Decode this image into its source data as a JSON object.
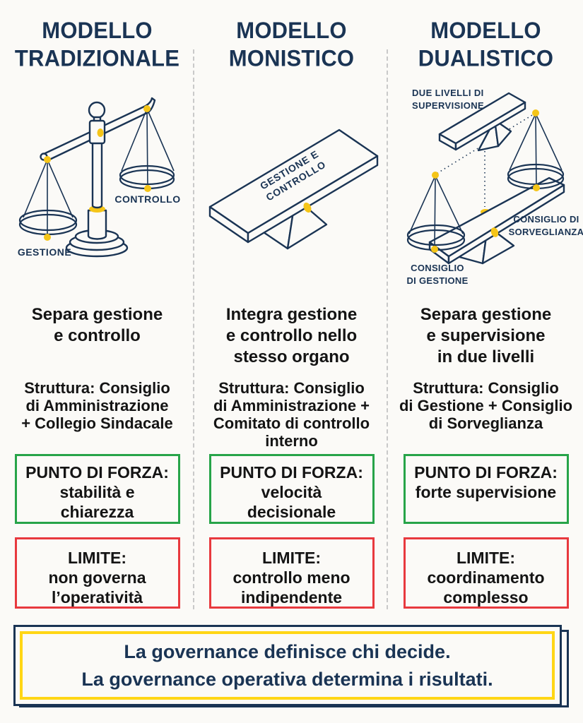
{
  "colors": {
    "navy": "#1A3454",
    "yellow_accent": "#F5C518",
    "banner_yellow": "#FFD615",
    "strength_green": "#27A449",
    "limit_red": "#E8393E",
    "body_text": "#141414",
    "divider_gray": "#C9C9C9",
    "background": "#FBFAF7"
  },
  "columns": [
    {
      "title": "MODELLO\nTRADIZIONALE",
      "illustration": {
        "icon": "tilted-balance-scale-icon",
        "label_left_pan": "GESTIONE",
        "label_right_pan": "CONTROLLO"
      },
      "summary": "Separa gestione\ne controllo",
      "structure": "Struttura: Consiglio\ndi Amministrazione\n+ Collegio Sindacale",
      "strength": "PUNTO DI FORZA:\nstabilità e\nchiarezza",
      "limit": "LIMITE:\nnon governa\nl’operatività"
    },
    {
      "title": "MODELLO\nMONISTICO",
      "illustration": {
        "icon": "balanced-seesaw-icon",
        "plank_label_line1": "GESTIONE E",
        "plank_label_line2": "CONTROLLO"
      },
      "summary": "Integra gestione\ne controllo nello\nstesso organo",
      "structure": "Struttura: Consiglio\ndi Amministrazione +\nComitato di controllo\ninterno",
      "strength": "PUNTO DI FORZA:\nvelocità\ndecisionale",
      "limit": "LIMITE:\ncontrollo meno\nindipendente"
    },
    {
      "title": "MODELLO\nDUALISTICO",
      "illustration": {
        "icon": "two-level-scale-icon",
        "label_top_line1": "DUE LIVELLI DI",
        "label_top_line2": "SUPERVISIONE",
        "label_right_line1": "CONSIGLIO DI",
        "label_right_line2": "SORVEGLIANZA",
        "label_bottom_line1": "CONSIGLIO",
        "label_bottom_line2": "DI GESTIONE"
      },
      "summary": "Separa gestione\ne supervisione\nin due livelli",
      "structure": "Struttura: Consiglio\ndi Gestione + Consiglio\ndi Sorveglianza",
      "strength": "PUNTO DI FORZA:\nforte supervisione",
      "limit": "LIMITE:\ncoordinamento\ncomplesso"
    }
  ],
  "footer": {
    "line1": "La governance definisce chi decide.",
    "line2": "La governance operativa determina i risultati."
  }
}
